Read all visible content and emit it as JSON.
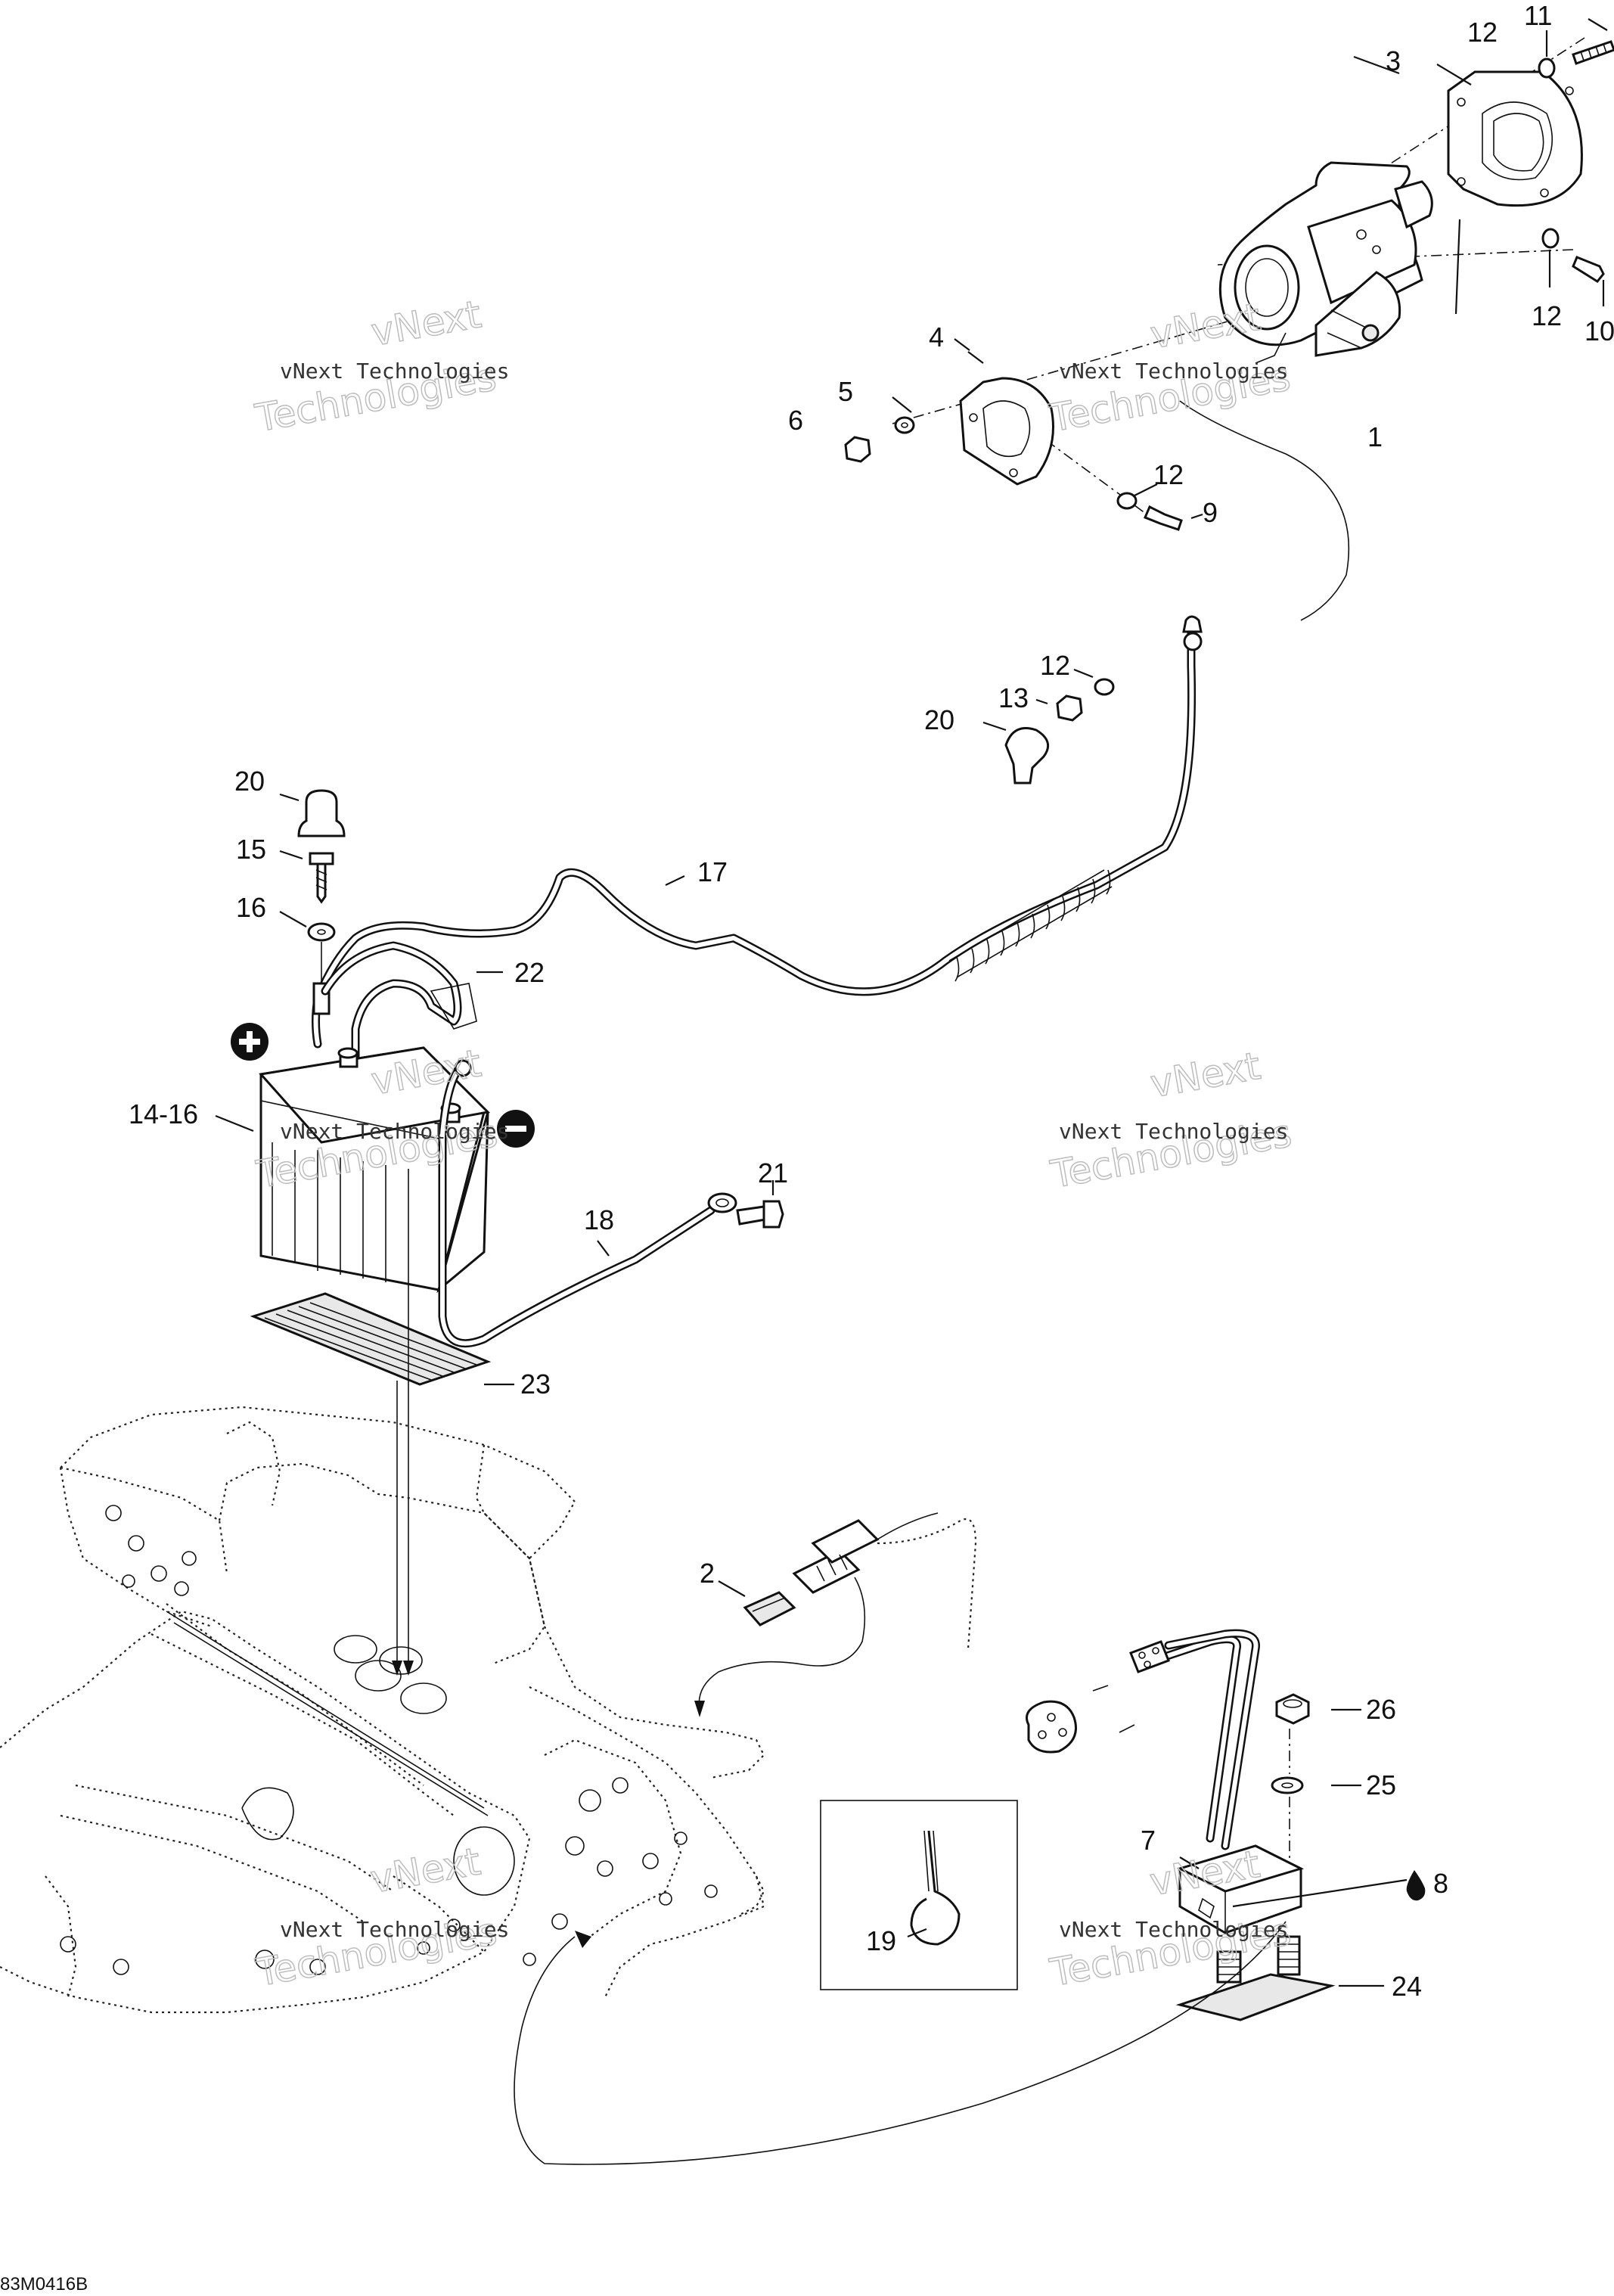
{
  "callouts": [
    {
      "id": "c1",
      "text": "1"
    },
    {
      "id": "c2",
      "text": "2"
    },
    {
      "id": "c3",
      "text": "3"
    },
    {
      "id": "c4",
      "text": "4"
    },
    {
      "id": "c5",
      "text": "5"
    },
    {
      "id": "c6",
      "text": "6"
    },
    {
      "id": "c7",
      "text": "7"
    },
    {
      "id": "c8",
      "text": "8"
    },
    {
      "id": "c9",
      "text": "9"
    },
    {
      "id": "c10",
      "text": "10"
    },
    {
      "id": "c11",
      "text": "11"
    },
    {
      "id": "c12a",
      "text": "12"
    },
    {
      "id": "c12b",
      "text": "12"
    },
    {
      "id": "c12c",
      "text": "12"
    },
    {
      "id": "c12d",
      "text": "12"
    },
    {
      "id": "c13",
      "text": "13"
    },
    {
      "id": "c14",
      "text": "14-16"
    },
    {
      "id": "c15",
      "text": "15"
    },
    {
      "id": "c16",
      "text": "16"
    },
    {
      "id": "c17",
      "text": "17"
    },
    {
      "id": "c18",
      "text": "18"
    },
    {
      "id": "c19",
      "text": "19"
    },
    {
      "id": "c20a",
      "text": "20"
    },
    {
      "id": "c20b",
      "text": "20"
    },
    {
      "id": "c21",
      "text": "21"
    },
    {
      "id": "c22",
      "text": "22"
    },
    {
      "id": "c23",
      "text": "23"
    },
    {
      "id": "c24",
      "text": "24"
    },
    {
      "id": "c25",
      "text": "25"
    },
    {
      "id": "c26",
      "text": "26"
    }
  ],
  "watermark": {
    "small": "vNext Technologies",
    "big_top": "vNext",
    "big_bottom": "Technologies"
  },
  "reference_code": "83M0416B",
  "icons": {
    "positive_terminal": "plus-circle-icon",
    "negative_terminal": "minus-circle-icon",
    "lubricant": "drop-icon"
  }
}
